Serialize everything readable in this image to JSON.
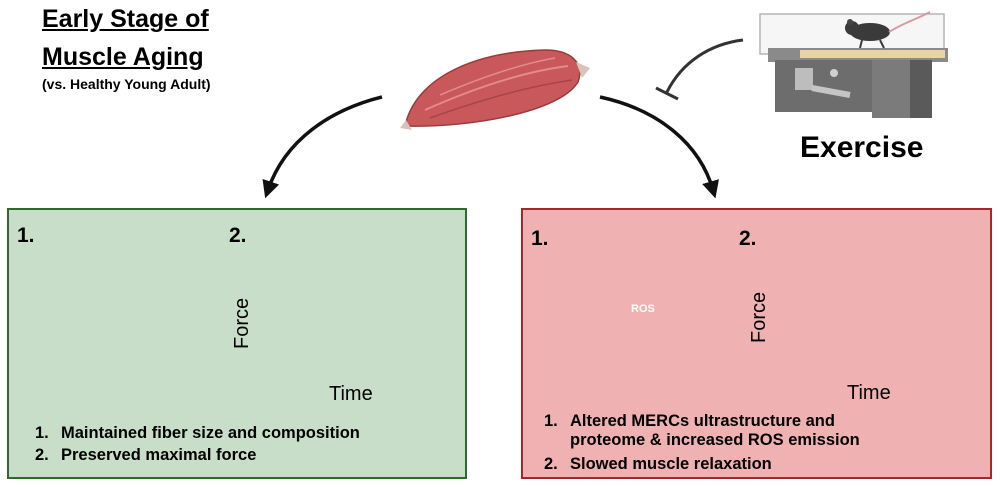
{
  "title": {
    "line1": "Early Stage of",
    "line2": "Muscle Aging",
    "subtitle": "(vs. Healthy Young Adult)"
  },
  "intervention": {
    "label": "Exercise",
    "icon": "mouse-treadmill-icon"
  },
  "colors": {
    "green_panel_bg": "#c9dec8",
    "green_panel_border": "#2f6a2c",
    "red_panel_bg": "#f0b1b3",
    "red_panel_border": "#a3272b",
    "muscle": "#c9585a",
    "curve_red": "#c9373a"
  },
  "green_panel": {
    "panel1_number": "1.",
    "panel2_number": "2.",
    "graph": {
      "ylabel": "Force",
      "xlabel": "Time"
    },
    "findings": [
      {
        "num": "1.",
        "text": "Maintained fiber size and composition"
      },
      {
        "num": "2.",
        "text": "Preserved maximal force"
      }
    ]
  },
  "red_panel": {
    "panel1_number": "1.",
    "panel2_number": "2.",
    "ros_label": "ROS",
    "graph": {
      "ylabel": "Force",
      "xlabel": "Time"
    },
    "findings": [
      {
        "num": "1.",
        "line1": "Altered MERCs ultrastructure and",
        "line2": "proteome & increased ROS emission"
      },
      {
        "num": "2.",
        "text": "Slowed muscle relaxation"
      }
    ]
  }
}
